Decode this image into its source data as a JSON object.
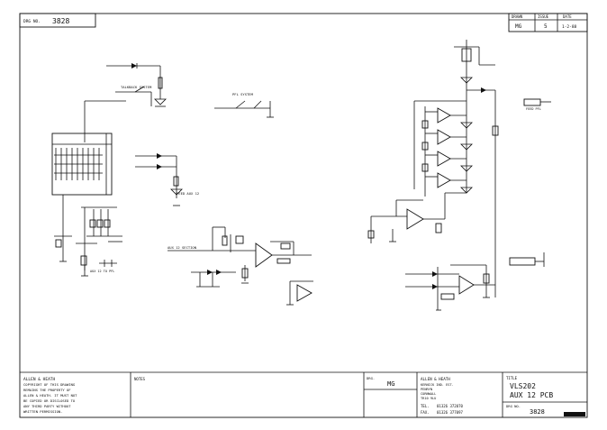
{
  "header": {
    "drg_no_label": "DRG NO.",
    "drg_no": "3828",
    "drawn_label": "DRAWN",
    "drawn_value": "MG",
    "issue_label": "ISSUE",
    "issue_value": "5",
    "date_label": "DATE",
    "date_value": "1-2-88"
  },
  "titleblock": {
    "company": "ALLEN & HEATH",
    "copyright_lines": [
      "COPYRIGHT OF THIS DRAWING",
      "REMAINS THE PROPERTY OF",
      "ALLEN & HEATH. IT MUST NOT",
      "BE COPIED OR DISCLOSED TO",
      "ANY THIRD PARTY WITHOUT",
      "WRITTEN PERMISSION."
    ],
    "notes_label": "NOTES",
    "drg_label": "DRG.",
    "drg_value": "MG",
    "address_lines": [
      "ALLEN & HEATH",
      "KERNICK IND. EST.",
      "PENRYN",
      "CORNWALL",
      "TR10 9LU"
    ],
    "tel_label": "TEL.",
    "tel_value": "01326 372070",
    "fax_label": "FAX.",
    "fax_value": "01326 377097",
    "title_label": "TITLE",
    "title_line1": "VLS202",
    "title_line2": "AUX 12 PCB",
    "drg_no_label": "DRG NO.",
    "drg_no": "3828"
  },
  "schematic": {
    "labels": {
      "talkback_switch": "TALKBACK SYSTEM",
      "pfl_switch": "PFL SYSTEM",
      "feed_aux": "FEED AUX 12",
      "aux_to_pfl": "AUX 12 TO PFL",
      "aux_12_section": "AUX 12 SECTION",
      "feed_pfl_right": "FEED PFL"
    }
  }
}
